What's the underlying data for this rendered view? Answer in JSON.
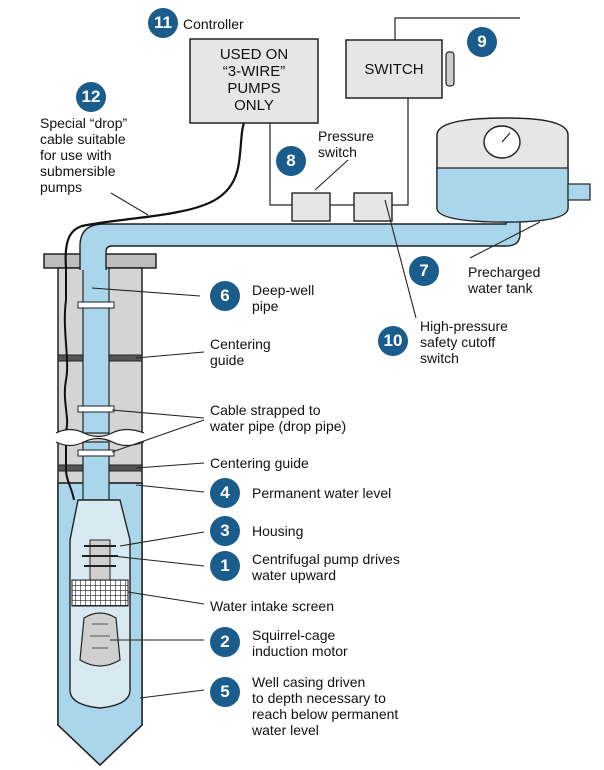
{
  "controller": {
    "number": "11",
    "label": "Controller",
    "box_text": "USED ON\n“3-WIRE”\nPUMPS\nONLY"
  },
  "switch": {
    "number": "9",
    "box_text": "SWITCH"
  },
  "drop_cable": {
    "number": "12",
    "label": "Special “drop”\ncable suitable\nfor use with\nsubmersible\npumps"
  },
  "pressure_switch": {
    "number": "8",
    "label": "Pressure\nswitch"
  },
  "tank": {
    "number": "7",
    "label": "Precharged\nwater tank"
  },
  "cutoff_switch": {
    "number": "10",
    "label": "High-pressure\nsafety cutoff\nswitch"
  },
  "deep_well_pipe": {
    "number": "6",
    "label": "Deep-well\npipe"
  },
  "centering_guide_upper": {
    "label": "Centering\nguide"
  },
  "cable_strapped": {
    "label": "Cable strapped to\nwater pipe (drop pipe)"
  },
  "centering_guide_lower": {
    "label": "Centering guide"
  },
  "water_level": {
    "number": "4",
    "label": "Permanent water level"
  },
  "housing": {
    "number": "3",
    "label": "Housing"
  },
  "pump": {
    "number": "1",
    "label": "Centrifugal pump drives\nwater upward"
  },
  "intake": {
    "label": "Water intake screen"
  },
  "motor": {
    "number": "2",
    "label": "Squirrel-cage\ninduction motor"
  },
  "casing": {
    "number": "5",
    "label": "Well casing driven\nto depth necessary to\nreach below permanent\nwater level"
  },
  "colors": {
    "badge": "#1a5c8c",
    "water": "#a9d6ea",
    "casing": "#d4d4d4",
    "pipe": "#a9d6ea"
  }
}
